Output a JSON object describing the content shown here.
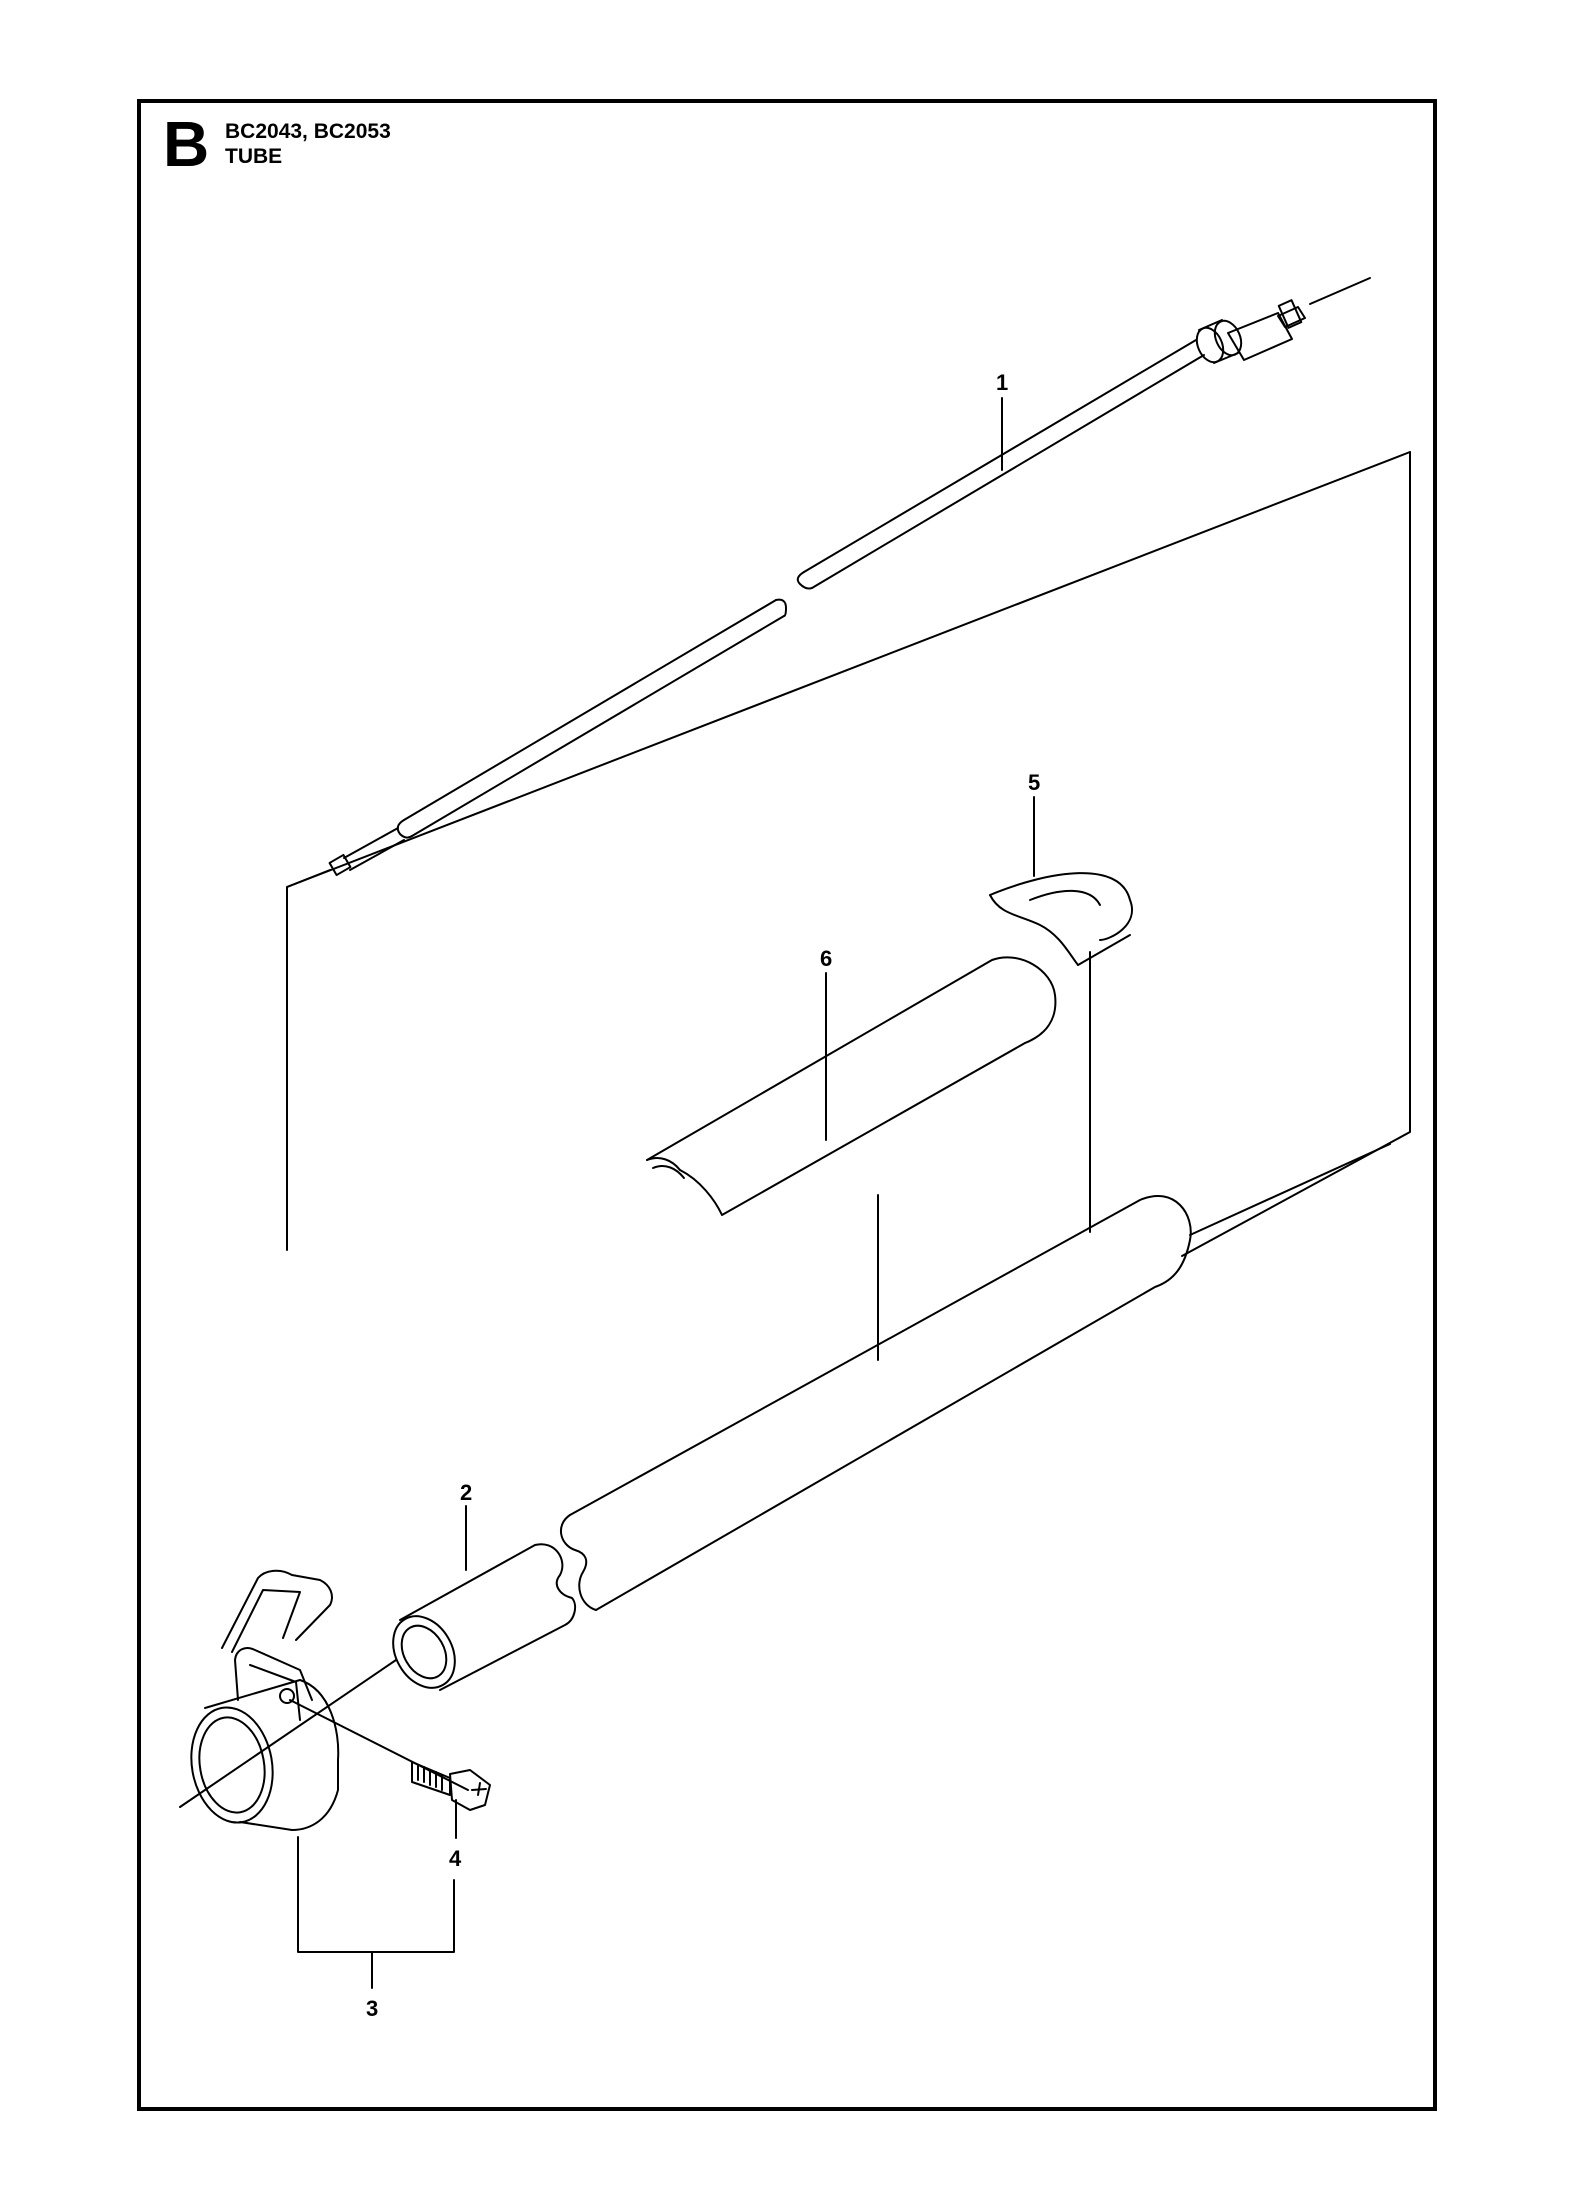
{
  "header": {
    "section_letter": "B",
    "models": "BC2043, BC2053",
    "title": "TUBE"
  },
  "callouts": [
    {
      "id": "callout-1",
      "label": "1"
    },
    {
      "id": "callout-2",
      "label": "2"
    },
    {
      "id": "callout-3",
      "label": "3"
    },
    {
      "id": "callout-4",
      "label": "4"
    },
    {
      "id": "callout-5",
      "label": "5"
    },
    {
      "id": "callout-6",
      "label": "6"
    }
  ],
  "parts": [
    {
      "name": "drive-shaft",
      "icon": "drive-shaft-icon"
    },
    {
      "name": "bushing",
      "icon": "bushing-icon"
    },
    {
      "name": "harness-clamp",
      "icon": "clamp-icon"
    },
    {
      "name": "screw",
      "icon": "screw-icon"
    },
    {
      "name": "grip-sleeve",
      "icon": "sleeve-icon"
    },
    {
      "name": "tube",
      "icon": "tube-icon"
    }
  ]
}
